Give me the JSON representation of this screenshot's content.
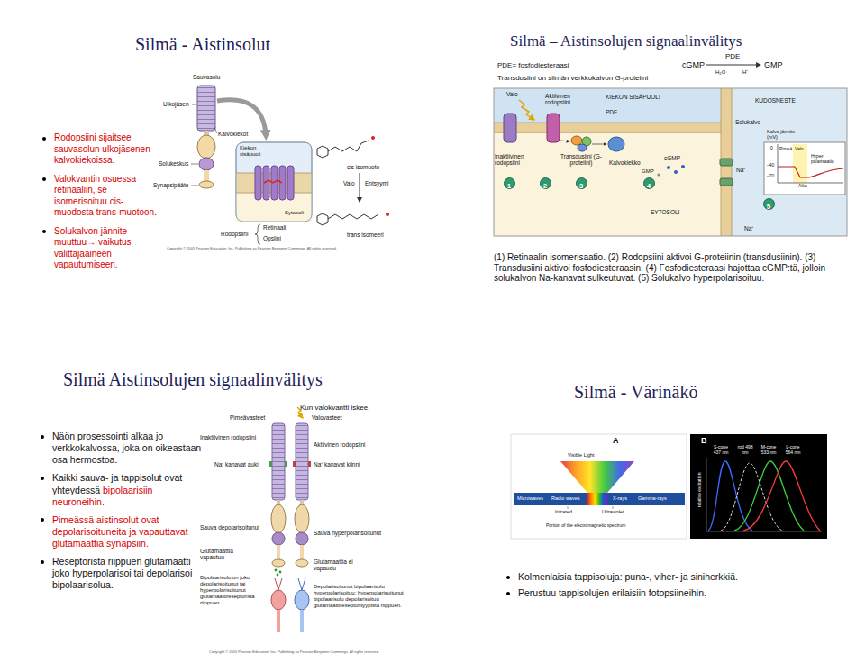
{
  "diagram": {
    "nodes": [
      {
        "text": [
          "1"
        ]
      },
      {
        "text": [
          "2"
        ]
      },
      {
        "text": [
          "3"
        ]
      },
      {
        "text": [
          "4"
        ]
      },
      {
        "text": [
          "5"
        ]
      }
    ],
    "labels": [
      "Silmä - Aistinsolut",
      "Rodopsiini sijaitsee sauvasolun ulkojäsenen kalvokiekoissa.",
      "Valokvantin osuessa retinaaliin, se isomerisoituu cis-muodosta trans-muotoon.",
      "Solukalvon jännite muuttuu→ vaikutus välittäjäaineen vapautumiseen.",
      "Sauvasolu",
      "Ulkojäsen",
      "Kalvokiekot",
      "Solukeskus",
      "Synapsipääte",
      "Kiekon sisäpuoli",
      "Rodopsiini",
      "Retinaali",
      "Opsiini",
      "Sytosoli",
      "cis isomuoto",
      "Valo",
      "Entsyymi",
      "trans isomeeri",
      "Copyright © 2005 Pearson Education, Inc. Publishing as Pearson Benjamin Cummings. All rights reserved.",
      "Silmä – Aistinsolujen signaalinvälitys",
      "PDE= fosfodiesteraasi",
      "Transdusiini on silmän verkkokalvon G-proteiini",
      "cGMP",
      "PDE",
      "GMP",
      "H₂O",
      "H⁺",
      "Valo",
      "Aktiivinen rodopsiini",
      "KIEKON SISÄPUOLI",
      "PDE",
      "KUDOSNESTE",
      "Inaktiivinen rodopsiini",
      "Transdusiini (G-proteiini)",
      "Kalvokiekko",
      "GMP",
      "cGMP",
      "Solukalvo",
      "Na⁺",
      "SYTOSOLI",
      "Na⁺",
      "Kalvo jännite (mV)",
      "0",
      "Pimeä",
      "Valo",
      "–40",
      "–70",
      "Hyper-polarisaatio",
      "Aika",
      "(1) Retinaalin isomerisaatio. (2) Rodopsiini aktivoi G-proteiinin (transdusiinin). (3) Transdusiini aktivoi fosfodiesteraasin. (4) Fosfodiesteraasi hajottaa cGMP:tä, jolloin solukalvon Na-kanavat sulkeutuvat. (5) Solukalvo hyperpolarisoituu.",
      "Silmä Aistinsolujen signaalinvälitys",
      "Kun valokvantti iskee.",
      "Näön prosessointi alkaa jo verkkokalvossa, joka on oikeastaan osa hermostoa.",
      "Kaikki sauva- ja tappisolut ovat yhteydessä",
      "bipolaarisiin neuroneihin.",
      "Pimeässä aistinsolut ovat depolarisoituneita ja vapauttavat glutamaattia synapsiin.",
      "Reseptorista riippuen glutamaatti joko hyperpolarisoi tai depolarisoi bipolaarisolua.",
      "Pimeävasteet",
      "Valovasteet",
      "Inaktiivinen rodopsiini",
      "Aktiivinen rodopsiini",
      "Na⁺ kanavat auki",
      "Na⁺ kanavat kiinni",
      "Sauva depolarisoitunut",
      "Sauva hyperpolarisoitunut",
      "Glutamaattia vapautuu",
      "Glutamaattia ei vapaudu",
      "Bipolaarisolu on joko depolarisoitunut tai hyperpolarisoitunut glutamaattireseptorista riippuen.",
      "Depolarisoitunut bipolaarisolu hyperpolarisoituu; hyperpolarisoitunut bipolaarisolu depolarisoituu glutamaattireseptorityypistä riippuen.",
      "Copyright © 2005 Pearson Education, Inc. Publishing as Pearson Benjamin Cummings. All rights reserved.",
      "Silmä - Värinäkö",
      "A",
      "B",
      "Visible Light",
      "Microwaves",
      "Radio waves",
      "X-rays",
      "Gamma-rays",
      "Infrared",
      "Ultraviolet",
      "Portion of the electromagnetic spectrum",
      "S-cone 437 nm",
      "rod 498 nm",
      "M-cone 533 nm",
      "L-cone 564 nm",
      "relative excitation",
      "Kolmenlaisia tappisoluja: puna-, viher- ja siniherkkiä.",
      "Perustuu tappisolujen erilaisiin fotopsiineihin."
    ]
  }
}
